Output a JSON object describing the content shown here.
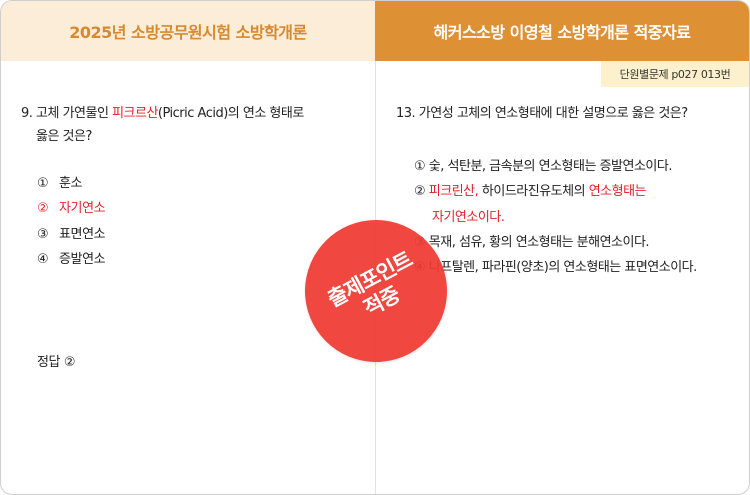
{
  "header": {
    "left_title": "2025년 소방공무원시험 소방학개론",
    "right_title": "해커스소방 이영철 소방학개론 적중자료",
    "tag": "단원별문제 p027 013번"
  },
  "left": {
    "question_number": "9.",
    "question_pre": "고체 가연물인 ",
    "question_highlight": "피크르산",
    "question_post": "(Picric Acid)의 연소 형태로",
    "question_line2": "옳은 것은?",
    "options": [
      {
        "num": "①",
        "text": "훈소"
      },
      {
        "num": "②",
        "text": "자기연소"
      },
      {
        "num": "③",
        "text": "표면연소"
      },
      {
        "num": "④",
        "text": "증발연소"
      }
    ],
    "answer": "정답 ②"
  },
  "right": {
    "question": "13. 가연성 고체의 연소형태에 대한 설명으로 옳은 것은?",
    "opt1": {
      "num": "①",
      "text": "숯, 석탄분, 금속분의 연소형태는 증발연소이다."
    },
    "opt2": {
      "num": "②",
      "highlight1": "피크린산,",
      "mid": " 하이드라진유도체의 ",
      "highlight2": "연소형태는",
      "cont": "자기연소이다."
    },
    "opt3": {
      "num": "③",
      "text": "목재, 섬유, 황의 연소형태는 분해연소이다."
    },
    "opt4": {
      "num": "④",
      "text": "나프탈렌, 파라핀(양초)의 연소형태는 표면연소이다."
    }
  },
  "stamp": {
    "line1": "출제포인트",
    "line2": "적중"
  },
  "colors": {
    "accent": "#de9034",
    "header_left_bg": "#fbedd7",
    "highlight": "#e4212b",
    "stamp": "#ef3b32"
  }
}
